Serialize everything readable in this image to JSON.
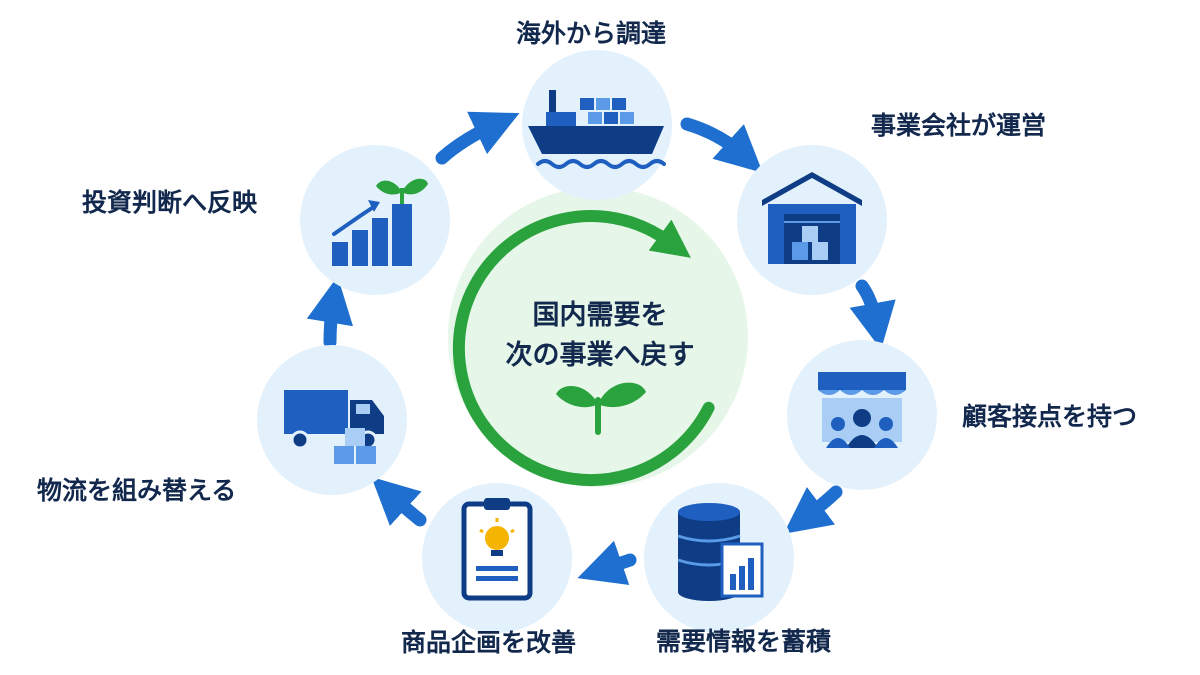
{
  "center": {
    "line1": "国内需要を",
    "line2": "次の事業へ戻す",
    "icon": "sprout-icon"
  },
  "steps": [
    {
      "label": "海外から調達",
      "icon": "cargo-ship-icon"
    },
    {
      "label": "事業会社が運営",
      "icon": "warehouse-icon"
    },
    {
      "label": "顧客接点を持つ",
      "icon": "storefront-customers-icon"
    },
    {
      "label": "需要情報を蓄積",
      "icon": "database-chart-icon"
    },
    {
      "label": "商品企画を改善",
      "icon": "clipboard-lightbulb-icon"
    },
    {
      "label": "物流を組み替える",
      "icon": "delivery-truck-icon"
    },
    {
      "label": "投資判断へ反映",
      "icon": "growth-chart-icon"
    }
  ],
  "colors": {
    "text": "#12284d",
    "icon_dark": "#0e3d86",
    "icon_mid": "#1f5fc0",
    "icon_light": "#5b9ae6",
    "node_bg": "#e3f1fc",
    "arrow": "#1f6fd0",
    "center_bg": "#e6f6e8",
    "center_ring": "#2aa33f"
  }
}
